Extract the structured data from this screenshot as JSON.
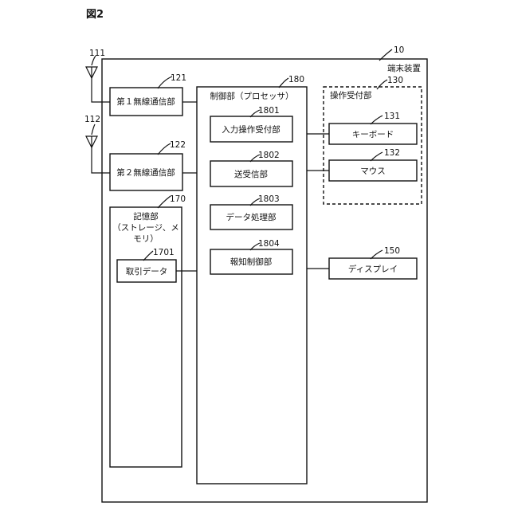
{
  "figure_label": "図2",
  "device": {
    "ref": "10",
    "name": "端末装置"
  },
  "antennas": [
    {
      "ref": "111"
    },
    {
      "ref": "112"
    }
  ],
  "comm1": {
    "ref": "121",
    "label": "第１無線通信部"
  },
  "comm2": {
    "ref": "122",
    "label": "第２無線通信部"
  },
  "storage": {
    "ref": "170",
    "label_lines": [
      "記憶部",
      "（ストレージ、メ",
      "モリ）"
    ]
  },
  "trade_data": {
    "ref": "1701",
    "label": "取引データ"
  },
  "controller": {
    "ref": "180",
    "label": "制御部（プロセッサ）"
  },
  "modules": [
    {
      "ref": "1801",
      "label": "入力操作受付部"
    },
    {
      "ref": "1802",
      "label": "送受信部"
    },
    {
      "ref": "1803",
      "label": "データ処理部"
    },
    {
      "ref": "1804",
      "label": "報知制御部"
    }
  ],
  "input_unit": {
    "ref": "130",
    "label": "操作受付部"
  },
  "keyboard": {
    "ref": "131",
    "label": "キーボード"
  },
  "mouse": {
    "ref": "132",
    "label": "マウス"
  },
  "display": {
    "ref": "150",
    "label": "ディスプレイ"
  }
}
